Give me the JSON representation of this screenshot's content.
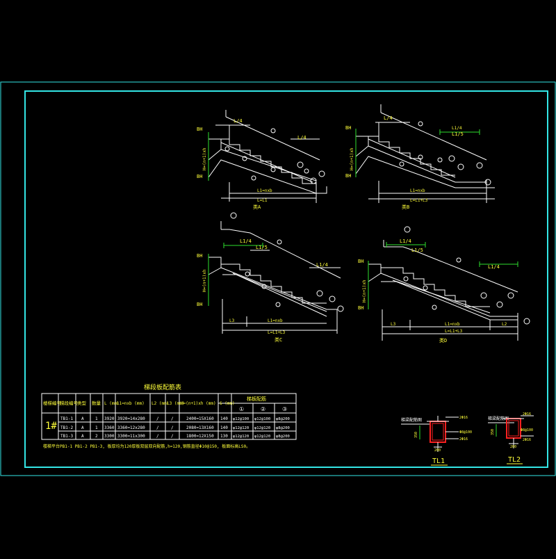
{
  "colors": {
    "background": "#000000",
    "frame": "#33e6e6",
    "lines": "#ffffff",
    "dimension": "#2ee02e",
    "text": "#ffff3a",
    "section": "#ff2020"
  },
  "stairs": [
    {
      "caption": "类A",
      "labels": [
        "L/4",
        "L/4",
        "L1=nxb",
        "L=L1",
        "H=(n+1)xh"
      ]
    },
    {
      "caption": "类B",
      "labels": [
        "L/4",
        "L1/5",
        "L1/4",
        "L1=nxb",
        "L=L1+L3",
        "H=(n+1)xh"
      ]
    },
    {
      "caption": "类C",
      "labels": [
        "L1/5",
        "L1/4",
        "L1/4",
        "L3",
        "L1=nxb",
        "L=L1+L3",
        "H=(n+1)xh"
      ]
    },
    {
      "caption": "类D",
      "labels": [
        "L1/5",
        "L1/4",
        "L1/4",
        "L3",
        "L1=nxb",
        "L2",
        "L=L1+L3",
        "H=(n+1)xh"
      ]
    }
  ],
  "table": {
    "title": "梯段板配筋表",
    "headers": [
      "楼梯编号",
      "梯段编号",
      "类型",
      "数量",
      "L (mm)",
      "L1=nxb (mm)",
      "L2 (mm)",
      "L3 (mm)",
      "H=(n+1)xh (mm)",
      "S (mm)"
    ],
    "rebar_header": "梯板配筋",
    "rebar_subheaders": [
      "①",
      "②",
      "③"
    ],
    "group_label": "1#",
    "rows": [
      [
        "TB1-1",
        "A",
        "1",
        "3920",
        "3920=14x280",
        "/",
        "/",
        "2400=15X160",
        "140",
        "φ12@100",
        "φ12@100",
        "φ8@200"
      ],
      [
        "TB1-2",
        "A",
        "1",
        "3360",
        "3360=12x280",
        "/",
        "/",
        "2080=13X160",
        "140",
        "φ12@120",
        "φ12@120",
        "φ8@200"
      ],
      [
        "TB1-3",
        "A",
        "2",
        "3300",
        "3300=11x300",
        "/",
        "/",
        "1800=12X150",
        "130",
        "φ12@120",
        "φ12@120",
        "φ8@200"
      ]
    ],
    "note": "楼梯平台PB1-1 PB1-2 PB1-3, 板厚均为120厚板双层双向配筋,h=120,钢筋直径Φ10@150, 板面标高LS0。"
  },
  "beams": [
    {
      "name": "TL1",
      "caption": "梯梁配筋图",
      "top_bar": "2Φ16",
      "bottom_bar": "2Φ16",
      "stirrup": "Φ8@100",
      "width": "200",
      "height": "350"
    },
    {
      "name": "TL2",
      "caption": "梯梁配筋图",
      "top_bar": "2Φ16",
      "bottom_bar": "2Φ16",
      "stirrup": "Φ8@100",
      "width": "200",
      "height": "350"
    }
  ]
}
